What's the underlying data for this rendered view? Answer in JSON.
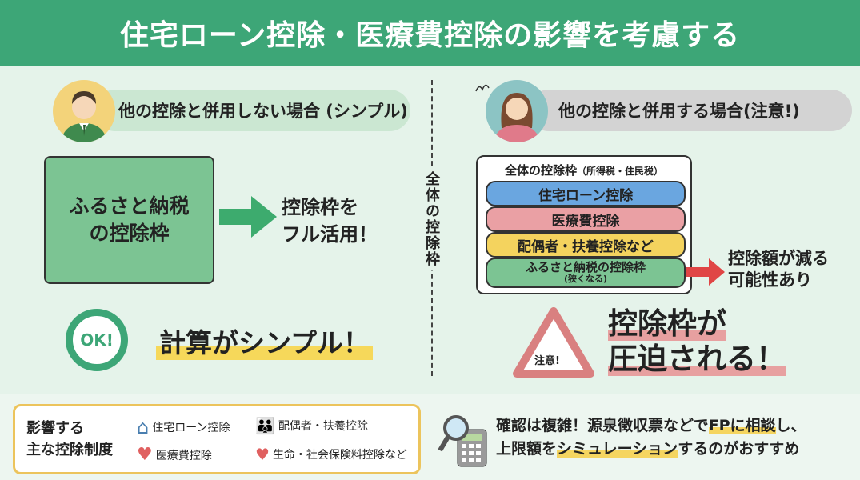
{
  "header": {
    "title": "住宅ローン控除・医療費控除の影響を考慮する"
  },
  "left": {
    "pill": "他の控除と併用しない場合 (シンプル)",
    "box": [
      "ふるさと納税",
      "の控除枠"
    ],
    "result": [
      "控除枠を",
      "フル活用！"
    ],
    "ok_badge": "OK!",
    "summary": "計算がシンプル！"
  },
  "divider": {
    "label": "全体の控除枠"
  },
  "right": {
    "pill": "他の控除と併用する場合(注意!)",
    "box_title": "全体の控除枠",
    "box_title_note": "（所得税・住民税）",
    "layers": [
      {
        "label": "住宅ローン控除",
        "color": "#6aa6e0"
      },
      {
        "label": "医療費控除",
        "color": "#eaa0a4"
      },
      {
        "label": "配偶者・扶養控除など",
        "color": "#f4d35e"
      },
      {
        "label": "ふるさと納税の控除枠",
        "sub": "(狭くなる)",
        "color": "#7cc493"
      }
    ],
    "result": [
      "控除額が減る",
      "可能性あり"
    ],
    "warning_badge": "注意!",
    "summary": [
      "控除枠が",
      "圧迫される！"
    ]
  },
  "footer": {
    "legend_title": [
      "影響する",
      "主な控除制度"
    ],
    "items": [
      "住宅ローン控除",
      "医療費控除",
      "配偶者・扶養控除",
      "生命・社会保険料控除など"
    ],
    "advice_1a": "確認は複雑！源泉徴収票などで",
    "advice_1b": "FPに相談",
    "advice_1c": "し、",
    "advice_2a": "上限額を",
    "advice_2b": "シミュレーション",
    "advice_2c": "するのがおすすめ"
  }
}
